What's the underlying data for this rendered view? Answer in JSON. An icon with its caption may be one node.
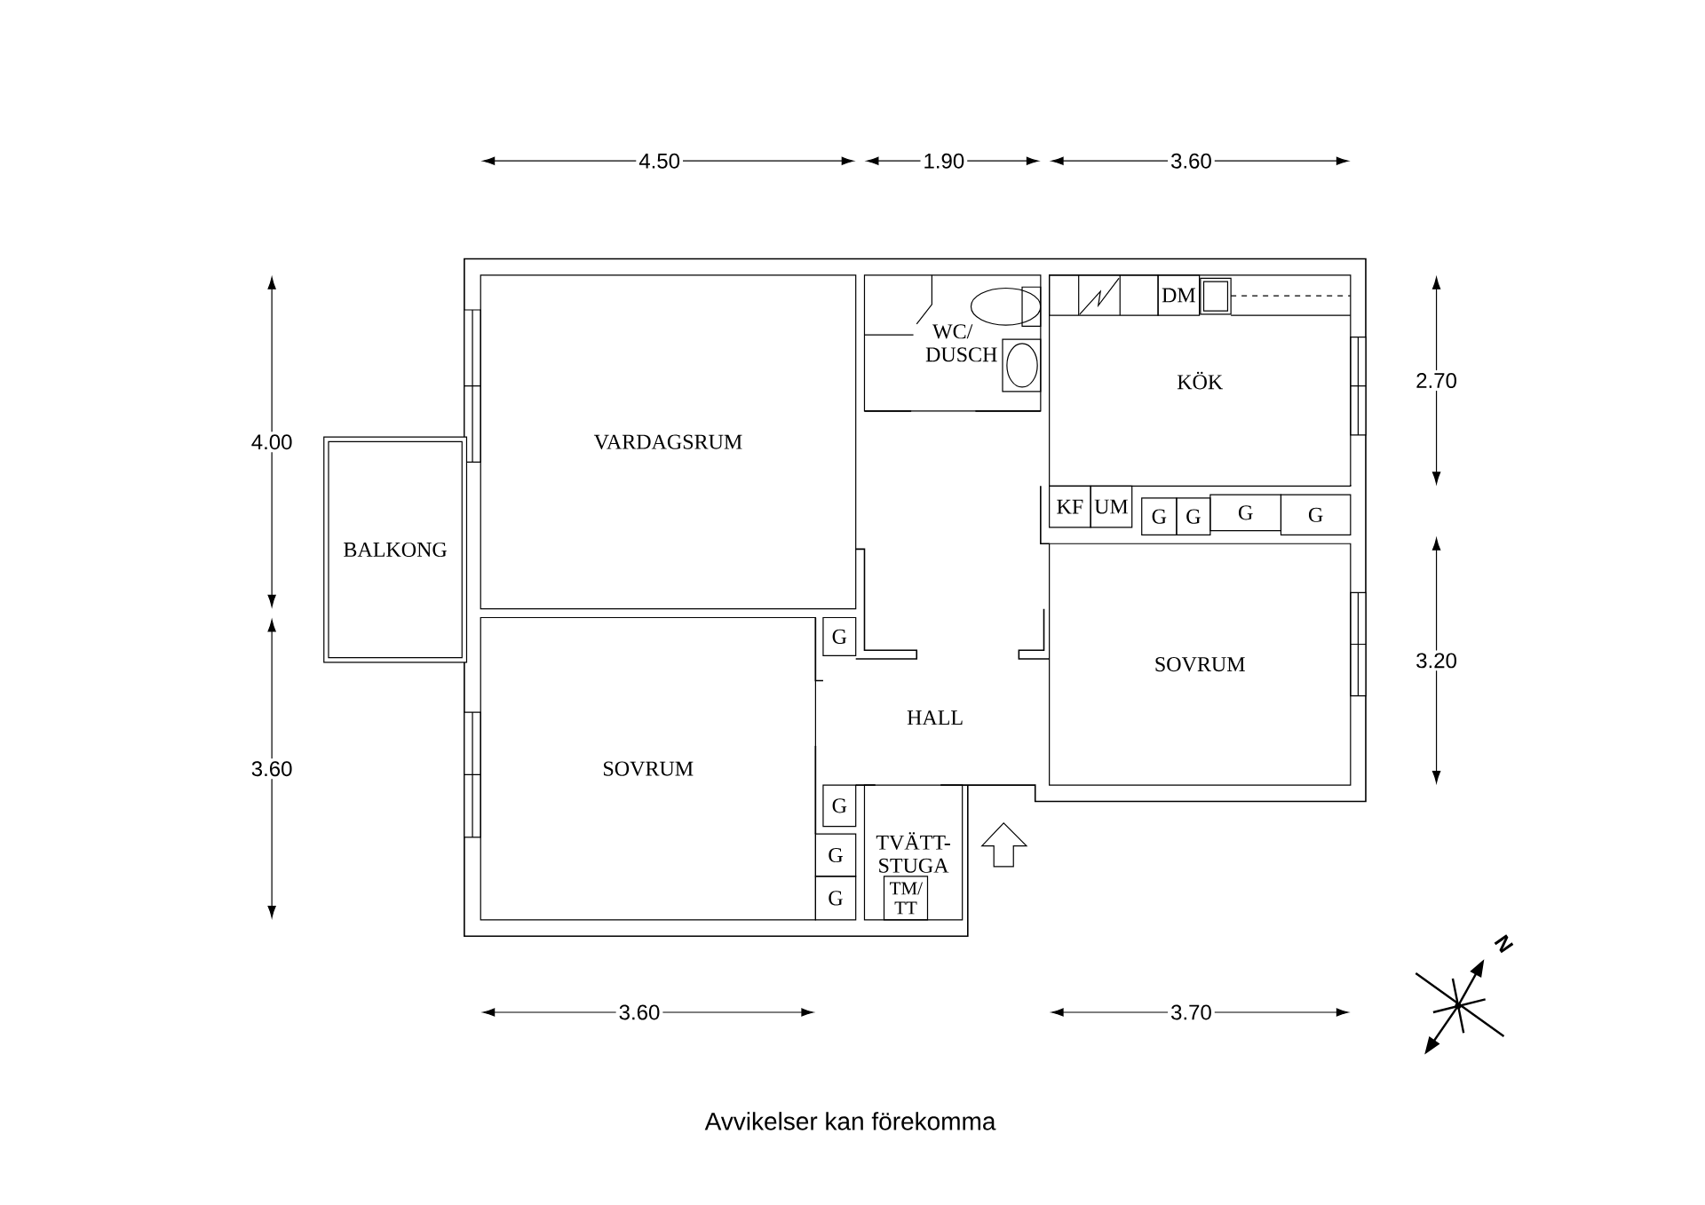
{
  "diagram": {
    "caption": "Avvikelser kan förekomma",
    "nodes": [
      {
        "text": [
          "WC/ DUSCH"
        ]
      },
      {
        "text": [
          "KÖK"
        ]
      },
      {
        "text": [
          "DM"
        ],
        "in": 1
      },
      {
        "text": [
          "VARDAGSRUM"
        ]
      },
      {
        "text": [
          "KF"
        ]
      },
      {
        "text": [
          "UM"
        ]
      },
      {
        "text": [
          "G"
        ]
      },
      {
        "text": [
          "G"
        ]
      },
      {
        "text": [
          "G"
        ]
      },
      {
        "text": [
          "G"
        ]
      },
      {
        "text": [
          "BALKONG"
        ]
      },
      {
        "text": [
          "G"
        ]
      },
      {
        "text": [
          "SOVRUM"
        ]
      },
      {
        "text": [
          "HALL"
        ]
      },
      {
        "text": [
          "SOVRUM"
        ]
      },
      {
        "text": [
          "G"
        ]
      },
      {
        "text": [
          "TVÄTT-STUGA"
        ]
      },
      {
        "text": [
          "G"
        ]
      },
      {
        "text": [
          "G"
        ]
      },
      {
        "text": [
          "TM/ TT"
        ],
        "in": 16
      }
    ],
    "labels": [
      "4.50",
      "1.90",
      "3.60",
      "2.70",
      "4.00",
      "3.20",
      "3.60",
      "N",
      "3.60",
      "3.70"
    ]
  }
}
